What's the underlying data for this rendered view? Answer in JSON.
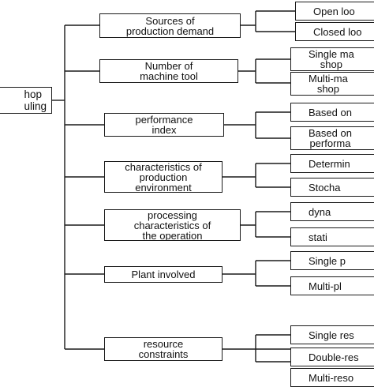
{
  "root": {
    "label": "hop\nuling"
  },
  "categories": [
    {
      "label": "Sources of\nproduction demand",
      "children": [
        "Open loo",
        "Closed loo"
      ]
    },
    {
      "label": "Number of\nmachine tool",
      "children": [
        "Single ma\nshop",
        "Multi-ma\nshop"
      ]
    },
    {
      "label": "performance\nindex",
      "children": [
        "Based on",
        "Based on\nperforma"
      ]
    },
    {
      "label": "characteristics of\nproduction\nenvironment",
      "children": [
        "Determin",
        "Stocha"
      ]
    },
    {
      "label": "processing\ncharacteristics of\nthe operation",
      "children": [
        "dyna",
        "stati"
      ]
    },
    {
      "label": "Plant involved",
      "children": [
        "Single p",
        "Multi-pl"
      ]
    },
    {
      "label": "resource\nconstraints",
      "children": [
        "Single res",
        "Double-res",
        "Multi-reso"
      ]
    }
  ]
}
